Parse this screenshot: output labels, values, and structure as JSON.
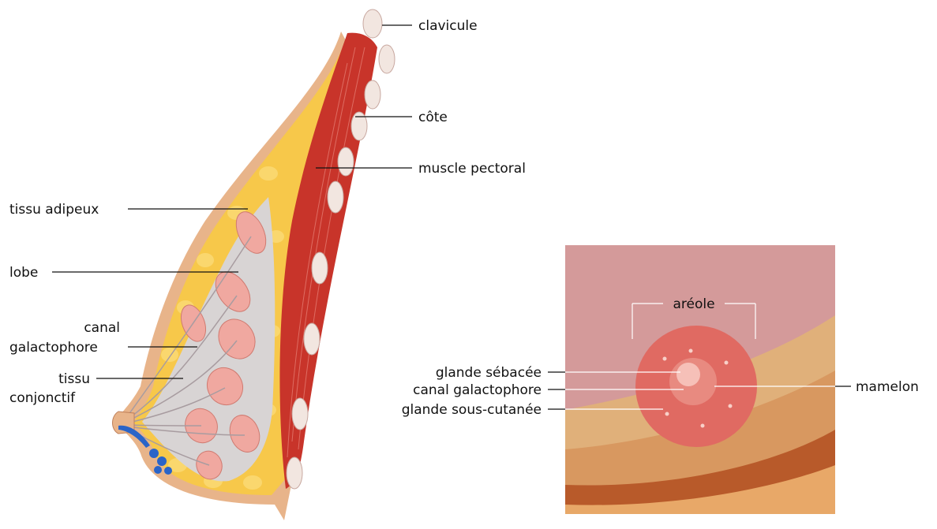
{
  "labels": {
    "clavicule": "clavicule",
    "cote": "côte",
    "muscle_pectoral": "muscle pectoral",
    "tissu_adipeux": "tissu adipeux",
    "lobe": "lobe",
    "canal_line1": "canal",
    "canal_line2": "galactophore",
    "tissu_line1": "tissu",
    "tissu_line2": "conjonctif",
    "areole": "aréole",
    "glande_sebacee": "glande sébacée",
    "canal_galactophore": "canal galactophore",
    "glande_sous_cutanee": "glande sous-cutanée",
    "mamelon": "mamelon"
  },
  "colors": {
    "skin": "#e8b48a",
    "fat": "#f7c84a",
    "muscle": "#c8342a",
    "lobule": "#f0a8a0",
    "connective": "#d8d4d4",
    "bone": "#f2e6e0",
    "areola_bg": "#d49a9a",
    "areola": "#e06a62",
    "vein": "#2a64c8"
  }
}
